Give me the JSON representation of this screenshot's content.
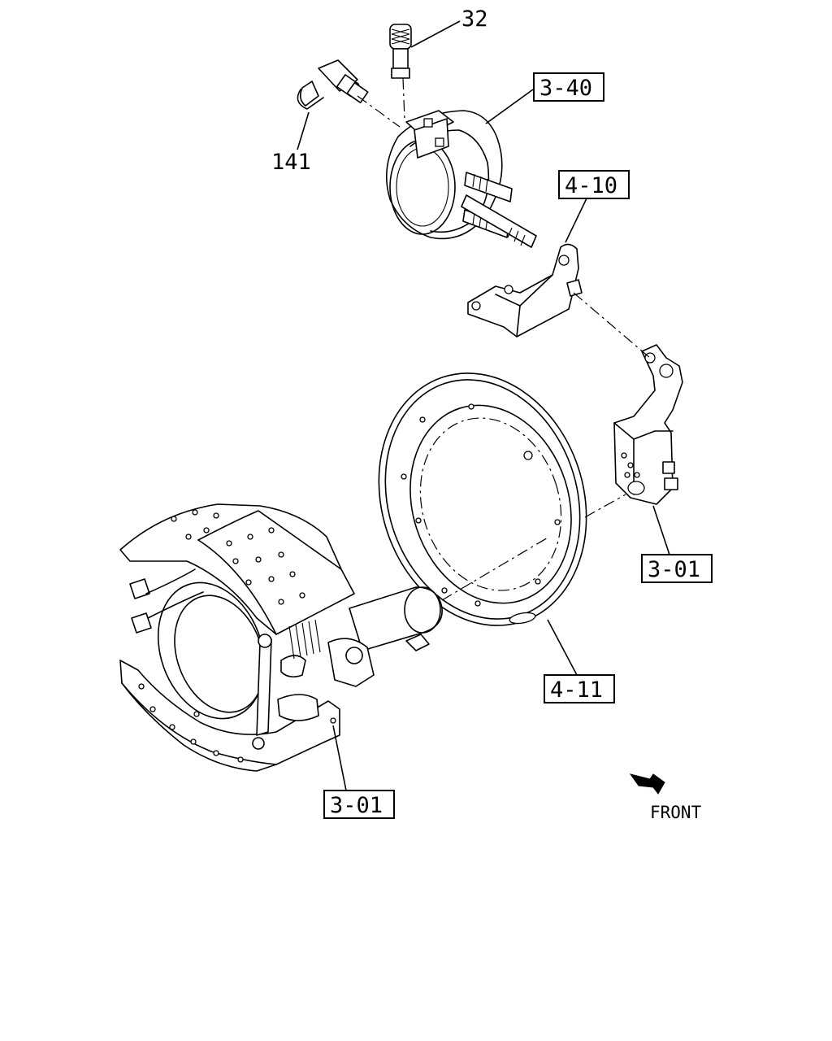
{
  "callouts": {
    "part_32": "32",
    "part_141": "141",
    "ref_3_40": "3-40",
    "ref_4_10": "4-10",
    "ref_3_01_right": "3-01",
    "ref_4_11": "4-11",
    "ref_3_01_bottom": "3-01"
  },
  "direction": {
    "label": "FRONT"
  }
}
